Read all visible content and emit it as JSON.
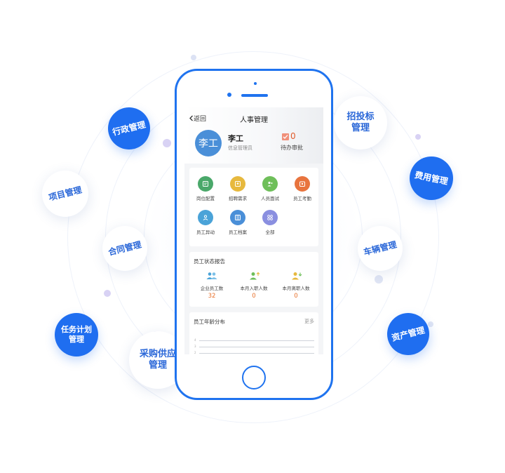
{
  "bubbles": {
    "xingzheng": "行政管理",
    "zhaotoubiao": [
      "招投标",
      "管理"
    ],
    "feiyong": "费用管理",
    "xiangmu": "项目管理",
    "hetong": "合同管理",
    "cheliang": "车辆管理",
    "renwu": [
      "任务计划",
      "管理"
    ],
    "caigou": [
      "采购供应",
      "管理"
    ],
    "zichan": "资产管理"
  },
  "app": {
    "back_label": "返回",
    "title": "人事管理",
    "user": {
      "avatar_text": "李工",
      "name": "李工",
      "role": "信息管理员"
    },
    "pending": {
      "count": "0",
      "label": "待办审批"
    },
    "apps": [
      {
        "label": "岗位配置",
        "color": "#4aa86a"
      },
      {
        "label": "招聘需求",
        "color": "#e7b93e"
      },
      {
        "label": "人员面试",
        "color": "#6fbf5a"
      },
      {
        "label": "员工考勤",
        "color": "#e8743e"
      },
      {
        "label": "员工异动",
        "color": "#4aa3d8"
      },
      {
        "label": "员工档案",
        "color": "#4a8fd8"
      },
      {
        "label": "全部",
        "color": "#8a8fe0"
      }
    ],
    "status": {
      "title": "员工状态报告",
      "items": [
        {
          "label": "企业员工数",
          "value": "32",
          "color": "#4aa3d8"
        },
        {
          "label": "本月入职人数",
          "value": "0",
          "color": "#6fbf5a"
        },
        {
          "label": "本月离职人数",
          "value": "0",
          "color": "#e7b93e"
        }
      ]
    },
    "age": {
      "title": "员工年龄分布",
      "more": "更多",
      "axis": [
        "4",
        "3",
        "2"
      ]
    }
  }
}
